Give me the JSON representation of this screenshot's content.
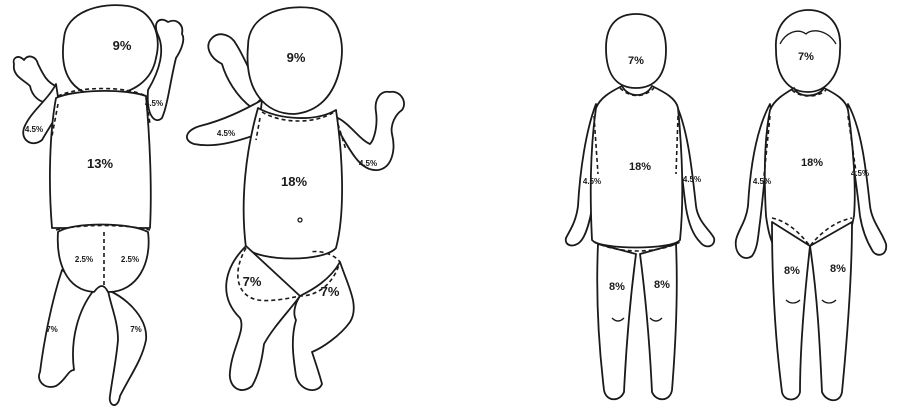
{
  "infant_back": {
    "head": "9%",
    "arm_left": "4.5%",
    "arm_right": "4.5%",
    "trunk": "13%",
    "buttock_left": "2.5%",
    "buttock_right": "2.5%",
    "leg_left": "7%",
    "leg_right": "7%"
  },
  "infant_front": {
    "head": "9%",
    "arm_left": "4.5%",
    "arm_right": "4.5%",
    "trunk": "18%",
    "leg_left": "7%",
    "leg_right": "7%"
  },
  "child_back": {
    "head": "7%",
    "arm_left": "4.5%",
    "arm_right": "4.5%",
    "trunk": "18%",
    "leg_left": "8%",
    "leg_right": "8%"
  },
  "child_front": {
    "head": "7%",
    "arm_left": "4.5%",
    "arm_right": "4.5%",
    "trunk": "18%",
    "leg_left": "8%",
    "leg_right": "8%"
  }
}
